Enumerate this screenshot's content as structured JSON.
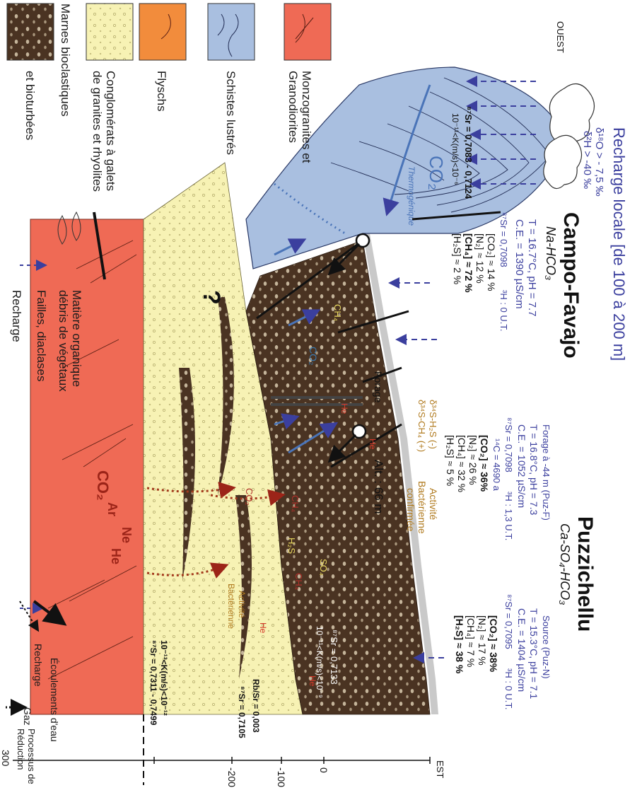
{
  "header": {
    "title": "Recharge locale  [de 100 à 200 m]",
    "iso_o": "δ¹⁸O > - 7,5 ‰",
    "iso_h": "δ²H > -40 ‰",
    "ouest": "OUEST",
    "est": "EST"
  },
  "campo": {
    "name": "Campo-Favajo",
    "type": "Na-HCO₃",
    "t_ph": "T = 16.7°C, pH = 7.7",
    "ce": "C.E. = 1390 µS/cm",
    "sr": "⁸⁷Sr = 0,7098",
    "tritium": "³H : 0 U.T.",
    "co2": "[CO₂] ≈ 14 %",
    "n2": "[N₂] ≈ 12 %",
    "ch4": "[CH₄] ≈ 72 %",
    "h2s": "[H₂S] ≈ 2 %"
  },
  "puzz": {
    "name": "Puzzichellu",
    "type": "Ca-SO₄-HCO₃",
    "forage_title": "Forage à -44 m (Puz-F)",
    "f_t_ph": "T = 16.8°C, pH = 7.3",
    "f_ce": "C.E. = 1052 µS/cm",
    "f_sr": "⁸⁷Sr = 0,7098",
    "f_tritium": "³H : 1,3 U.T.",
    "f_c14": "¹⁴C = 4690 a",
    "f_co2": "[CO₂] ≈ 36%",
    "f_n2": "[N₂] ≈ 26 %",
    "f_ch4": "[CH₄] ≈ 32 %",
    "f_h2s": "[H₂S] ≈ 5 %",
    "delta1": "δ³⁴S-H₂S (-)",
    "delta2": "δ³⁴S-CH₄ (+)",
    "activity1": "Activité",
    "activity2": "Bactérienne",
    "activity3": "confirmée",
    "source_title": "Source (Puz-N)",
    "s_t_ph": "T = 15.3°C, pH = 7.1",
    "s_ce": "C.E. = 1404 µS/cm",
    "s_sr": "⁸⁷Sr = 0,7095",
    "s_tritium": "³H : 0 U.T.",
    "s_co2": "[CO₂] ≈ 38%",
    "s_n2": "[N₂] ≈ 17 %",
    "s_ch4": "[CH₄] ≈ 7 %",
    "s_h2s": "[H₂S] ≈ 38 %"
  },
  "section": {
    "forage": "Forage",
    "alt": "Alt. : 66 m",
    "schist_sr": "⁸⁷Sr = 0,7083 - 0,7124",
    "schist_k": "10⁻¹¹<K(m/s)<10⁻⁶",
    "co2_big": "CO₂",
    "thermo": "Thermogénique",
    "question": "?",
    "ch4": "CH₄",
    "co2": "CO₂",
    "he": "He",
    "h2s": "H₂S",
    "so4": "SO₄",
    "bact1": "Activité",
    "bact2": "Bactérienne",
    "granite_k": "10⁻¹³<K(m/s)<10⁻¹²",
    "granite_sr": "⁸⁷Sr = 0,7311 - 0,7499",
    "marne_sr": "⁸⁷Sr = 0,7133",
    "marne_k": "10⁻¹¹<K(m/s)<10⁻⁹",
    "rbsr": "Rb/Sr = 0,003",
    "cong_sr": "⁸⁷Sr = 0,7105",
    "gas_co2": "CO₂",
    "gas_ar": "Ar",
    "gas_ne": "Ne",
    "gas_he": "He"
  },
  "depth_ticks": [
    "300",
    "0",
    "-100",
    "-200"
  ],
  "legend": {
    "marnes1": "Marnes bioclastiques",
    "marnes2": "et bioturbées",
    "cong1": "Conglomérats à galets",
    "cong2": "de granites et rhyolites",
    "flysch": "Flyschs",
    "schistes": "Schistes lustrés",
    "monzo1": "Monzogranites et",
    "monzo2": "Granodiorites",
    "matiere1": "Matière organique",
    "matiere2": "débris de végétaux",
    "failles": "Failles, diaclases",
    "recharge": "Recharge"
  },
  "legend_right": {
    "recharge": "Recharge",
    "ecoul": "Écoulements d'eau",
    "gaz": "Gaz",
    "proc1": "Processus de",
    "proc2": "Réduction"
  },
  "colors": {
    "granite": "#ef6a55",
    "schist": "#a9bfe0",
    "flysch": "#f28c3c",
    "conglomerate": "#f7f2b4",
    "marl": "#4a3322",
    "arrows": "#3b3f9e",
    "gas": "#a33a1c"
  }
}
